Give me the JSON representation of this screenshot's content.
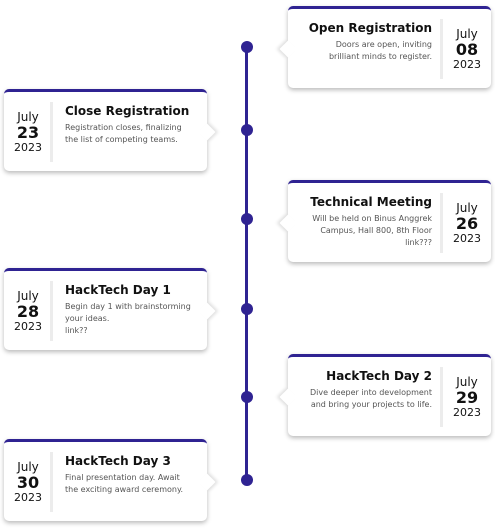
{
  "timeline": {
    "events": [
      {
        "title": "Open Registration",
        "description": "Doors are open, inviting\nbrilliant minds to register.",
        "month": "July",
        "day": "08",
        "year": "2023"
      },
      {
        "title": "Close Registration",
        "description": "Registration closes, finalizing\nthe list of competing teams.",
        "month": "July",
        "day": "23",
        "year": "2023"
      },
      {
        "title": "Technical Meeting",
        "description": "Will be held on Binus Anggrek\nCampus, Hall 800, 8th Floor\nlink???",
        "month": "July",
        "day": "26",
        "year": "2023"
      },
      {
        "title": "HackTech Day 1",
        "description": "Begin day 1 with brainstorming\nyour ideas.\nlink??",
        "month": "July",
        "day": "28",
        "year": "2023"
      },
      {
        "title": "HackTech Day 2",
        "description": "Dive deeper into development\nand bring your projects to life.",
        "month": "July",
        "day": "29",
        "year": "2023"
      },
      {
        "title": "HackTech Day 3",
        "description": "Final presentation day. Await\nthe exciting award ceremony.",
        "month": "July",
        "day": "30",
        "year": "2023"
      }
    ]
  },
  "colors": {
    "accent": "#2f2392",
    "card_background": "#ffffff"
  }
}
